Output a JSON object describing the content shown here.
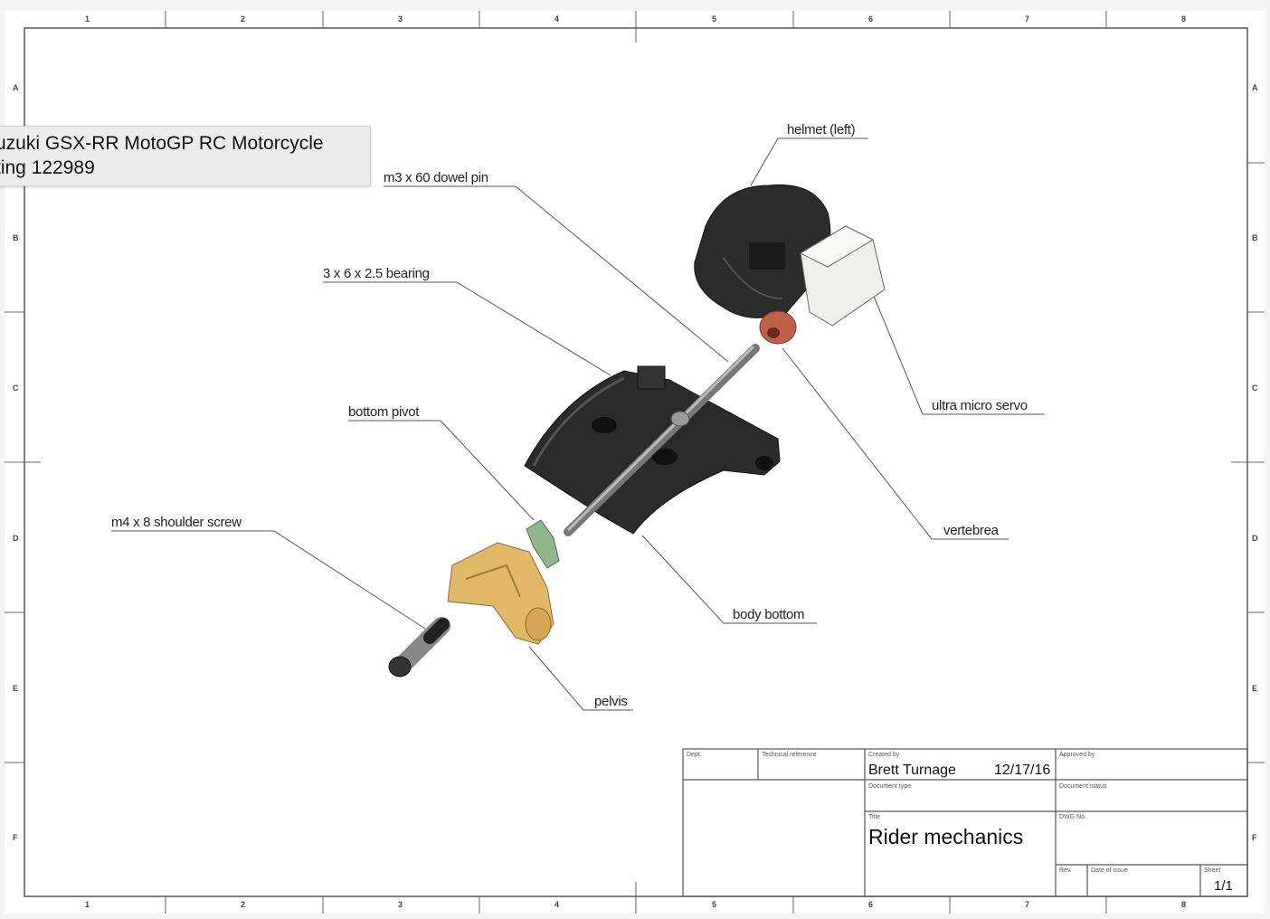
{
  "tooltip": {
    "line1": "uzuki GSX-RR MotoGP RC Motorcycle",
    "line2": "ting 122989"
  },
  "zones": {
    "columns": [
      "1",
      "2",
      "3",
      "4",
      "5",
      "6",
      "7",
      "8"
    ],
    "rows": [
      "A",
      "B",
      "C",
      "D",
      "E",
      "F"
    ]
  },
  "callouts": {
    "helmet": "helmet (left)",
    "dowel_pin": "m3 x 60 dowel pin",
    "bearing": "3 x 6 x 2.5 bearing",
    "bottom_pivot": "bottom pivot",
    "shoulder_screw": "m4 x 8 shoulder screw",
    "servo": "ultra micro servo",
    "vertebrea": "vertebrea",
    "body_bottom": "body bottom",
    "pelvis": "pelvis"
  },
  "title_block": {
    "dept_label": "Dept.",
    "tech_ref_label": "Technical reference",
    "created_by_label": "Created by",
    "created_by": "Brett Turnage",
    "date": "12/17/16",
    "approved_by_label": "Approved by",
    "doc_type_label": "Document type",
    "doc_status_label": "Document status",
    "title_label": "Title",
    "title": "Rider mechanics",
    "dwg_no_label": "DWG No.",
    "rev_label": "Rev.",
    "date_of_issue_label": "Date of issue",
    "sheet_label": "Sheet",
    "sheet": "1/1"
  },
  "colors": {
    "pelvis": "#e2b869",
    "pivot": "#8fb88a",
    "vertebrea": "#c0604a",
    "body": "#2a2a2a",
    "servo": "#eeeeea"
  }
}
